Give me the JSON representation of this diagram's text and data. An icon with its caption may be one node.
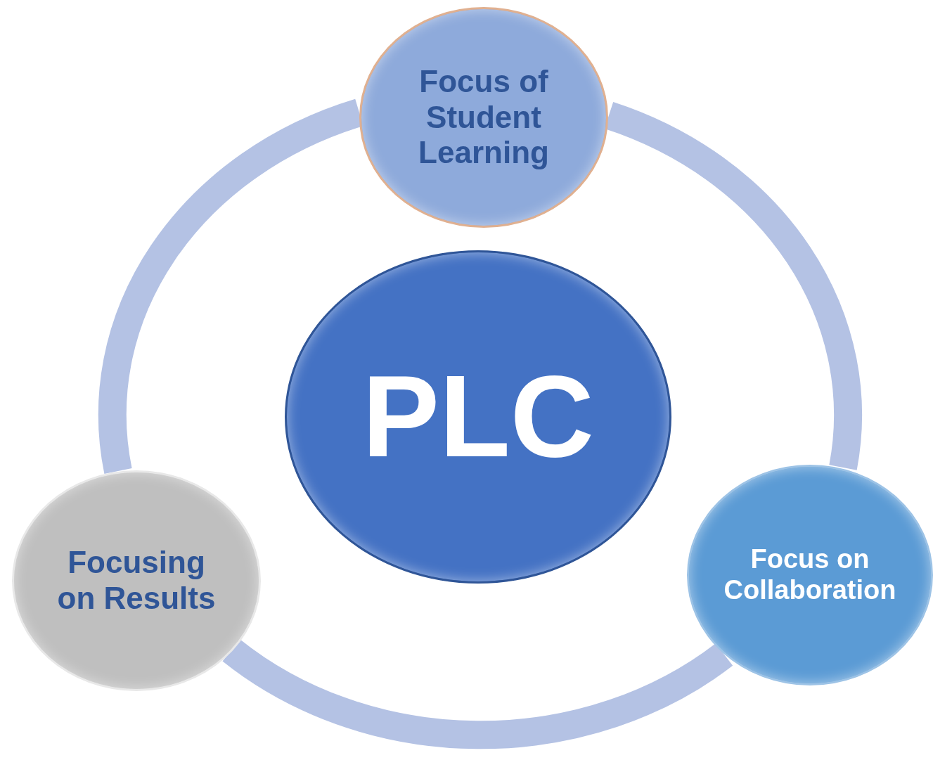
{
  "diagram": {
    "nodes": [
      {
        "text": [
          "Focus of Student Learning"
        ]
      },
      {
        "text": [
          "PLC"
        ]
      },
      {
        "text": [
          "Focusing on Results"
        ]
      },
      {
        "text": [
          "Focus on Collaboration"
        ]
      }
    ],
    "edges": [
      {
        "from": 0,
        "to": 3,
        "arrow": "none"
      },
      {
        "from": 3,
        "to": 2,
        "arrow": "none"
      },
      {
        "from": 2,
        "to": 0,
        "arrow": "none"
      }
    ]
  }
}
